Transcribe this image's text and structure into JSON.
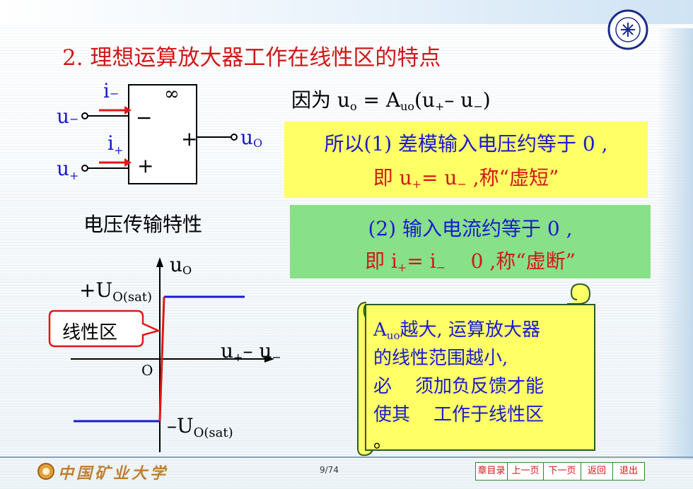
{
  "slide": {
    "title": "2. 理想运算放大器工作在线性区的特点",
    "page_number": "9/74",
    "logo_text": "中国矿业大学"
  },
  "opamp": {
    "infinity": "∞",
    "minus_sign": "−",
    "plus_sign_out": "+",
    "plus_sign_in": "+",
    "i_minus": "i",
    "i_minus_sub": "−",
    "i_plus": "i",
    "i_plus_sub": "+",
    "u_minus": "u",
    "u_minus_sub": "−",
    "u_plus": "u",
    "u_plus_sub": "+",
    "u_out": "u",
    "u_out_sub": "O"
  },
  "formula": {
    "prefix": "因为 u",
    "o_sub": "o",
    "eq": " = A",
    "uo_sub": "uo",
    "paren_open": "(u",
    "plus_sub": "+",
    "dash": "– u",
    "minus_sub": "−",
    "paren_close": ")"
  },
  "yellow_box": {
    "line1": "所以(1) 差模输入电压约等于 0 ,",
    "line2_prefix": "即 u",
    "line2_plus": "+",
    "line2_mid": "= u",
    "line2_minus": "−",
    "line2_suffix": " ,称“虚短”"
  },
  "green_box": {
    "line1": "(2) 输入电流约等于 0 ,",
    "line2_prefix": "即 i",
    "line2_plus": "+",
    "line2_mid": "= i",
    "line2_minus": "−",
    "line2_suffix": "    0 ,称“虚断”"
  },
  "transfer": {
    "heading": "电压传输特性",
    "y_axis": "u",
    "y_axis_sub": "O",
    "pos_sat": "+U",
    "pos_sat_sub": "O(sat)",
    "neg_sat": "–U",
    "neg_sat_sub": "O(sat)",
    "x_axis": "u",
    "x_axis_plus": "+",
    "x_axis_mid": "– u",
    "x_axis_minus": "−",
    "origin": "O",
    "linear_label": "线性区"
  },
  "note": {
    "line1_a": "A",
    "line1_sub": "uo",
    "line1_b": "越大, 运算放大器",
    "line2": "的线性范围越小,",
    "line3": "必    须加负反馈才能",
    "line4": "使其    工作于线性区",
    "line5": "。"
  },
  "nav": {
    "toc": "章目录",
    "prev": "上一页",
    "next": "下一页",
    "back": "返回",
    "exit": "退出"
  },
  "colors": {
    "title_red": "#d01818",
    "text_blue": "#1a1ad0",
    "highlight_yellow": "#ffff66",
    "highlight_green": "#88e088",
    "plot_blue": "#1a1ad0",
    "plot_red": "#e01818"
  }
}
